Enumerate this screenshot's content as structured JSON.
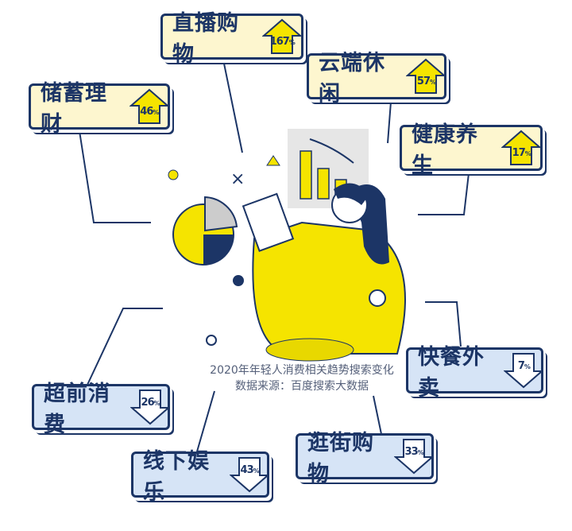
{
  "items": [
    {
      "label": "直播购物",
      "value": "167",
      "unit": "%",
      "dir": "up"
    },
    {
      "label": "云端休闲",
      "value": "57",
      "unit": "%",
      "dir": "up"
    },
    {
      "label": "储蓄理财",
      "value": "46",
      "unit": "%",
      "dir": "up"
    },
    {
      "label": "健康养生",
      "value": "17",
      "unit": "%",
      "dir": "up"
    },
    {
      "label": "快餐外卖",
      "value": "7",
      "unit": "%",
      "dir": "down"
    },
    {
      "label": "超前消费",
      "value": "26",
      "unit": "%",
      "dir": "down"
    },
    {
      "label": "逛街购物",
      "value": "33",
      "unit": "%",
      "dir": "down"
    },
    {
      "label": "线下娱乐",
      "value": "43",
      "unit": "%",
      "dir": "down"
    }
  ],
  "caption": {
    "line1": "2020年年轻人消费相关趋势搜索变化",
    "line2": "数据来源：百度搜索大数据"
  },
  "colors": {
    "navy": "#1c3566",
    "yellow": "#f5e400",
    "cream": "#fdf6cf",
    "blue": "#d6e4f6"
  }
}
